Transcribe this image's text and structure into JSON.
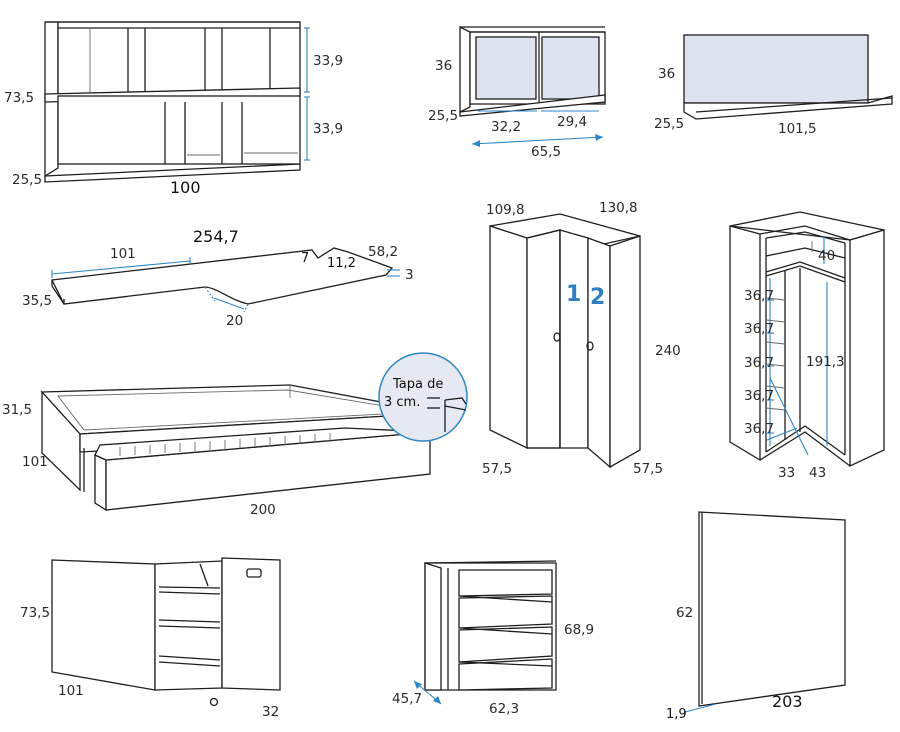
{
  "colors": {
    "dimension_line": "#2f86c4",
    "lines": "#1e1e1e",
    "glass": "#dfe3ef"
  },
  "shelf_unit": {
    "width": "100",
    "depth": "25,5",
    "height": "73,5",
    "upper_height": "33,9",
    "lower_height": "33,9"
  },
  "wall_shelf": {
    "height": "36",
    "depth": "25,5",
    "left_width": "32,2",
    "right_width": "29,4",
    "total_width": "65,5"
  },
  "wall_panel": {
    "height": "36",
    "depth": "25,5",
    "width": "101,5"
  },
  "desk": {
    "total_width": "254,7",
    "left_width": "101",
    "right_depth": "58,2",
    "notch_a": "7",
    "notch_b": "11,2",
    "thickness": "3",
    "depth": "35,5",
    "curve_gap": "20"
  },
  "corner_wardrobe_front": {
    "label_1": "1",
    "label_2": "2",
    "top_left": "109,8",
    "top_right": "130,8",
    "height": "240",
    "bottom_left": "57,5",
    "bottom_right": "57,5"
  },
  "corner_wardrobe_open": {
    "top_section": "40",
    "shelf_heights": [
      "36,7",
      "36,7",
      "36,7",
      "36,7",
      "36,7"
    ],
    "inner_height": "191,3",
    "inner_a": "33",
    "inner_b": "43"
  },
  "trundle_bed": {
    "height": "31,5",
    "width": "101",
    "length": "200",
    "callout_line1": "Tapa de",
    "callout_line2": "3 cm."
  },
  "desk_unit": {
    "height": "73,5",
    "width": "101",
    "depth": "32"
  },
  "chest": {
    "depth": "45,7",
    "width": "62,3",
    "height": "68,9"
  },
  "panel": {
    "height": "62",
    "width": "203",
    "thickness": "1,9"
  }
}
